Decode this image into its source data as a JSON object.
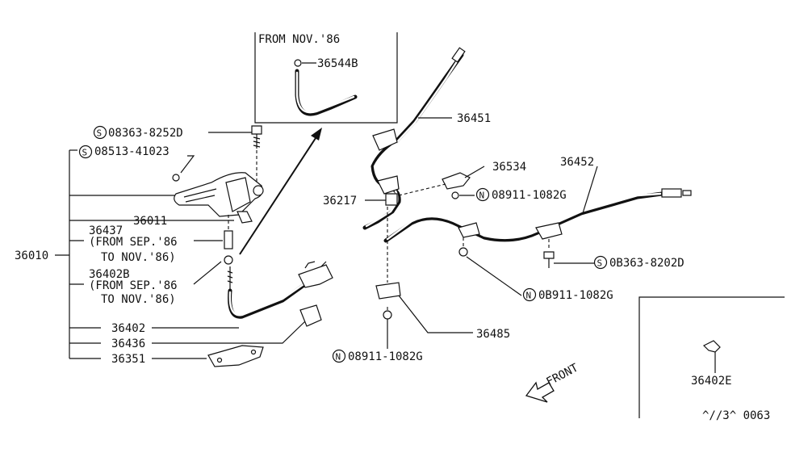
{
  "inset_top": {
    "title": "FROM NOV.'86",
    "part": "36544B"
  },
  "labels": {
    "p36010": "36010",
    "s08363_8252d": "08363-8252D",
    "s08513_41023": "08513-41023",
    "p36011": "36011",
    "p36437": "36437",
    "p36437_note1": "(FROM SEP.'86",
    "p36437_note2": "TO NOV.'86)",
    "p36402b": "36402B",
    "p36402b_note1": "(FROM SEP.'86",
    "p36402b_note2": "TO NOV.'86)",
    "p36402": "36402",
    "p36436": "36436",
    "p36351": "36351",
    "p36451": "36451",
    "p36534": "36534",
    "p36452": "36452",
    "p36217": "36217",
    "n08911_1082g_a": "08911-1082G",
    "s0b363_8202d": "0B363-8202D",
    "n0b911_1082g": "0B911-1082G",
    "p36485": "36485",
    "n08911_1082g_b": "08911-1082G",
    "front": "FRONT",
    "p36402e": "36402E",
    "catalog_code": "^//3^ 0063"
  },
  "symbols": {
    "s": "S",
    "n": "N"
  }
}
